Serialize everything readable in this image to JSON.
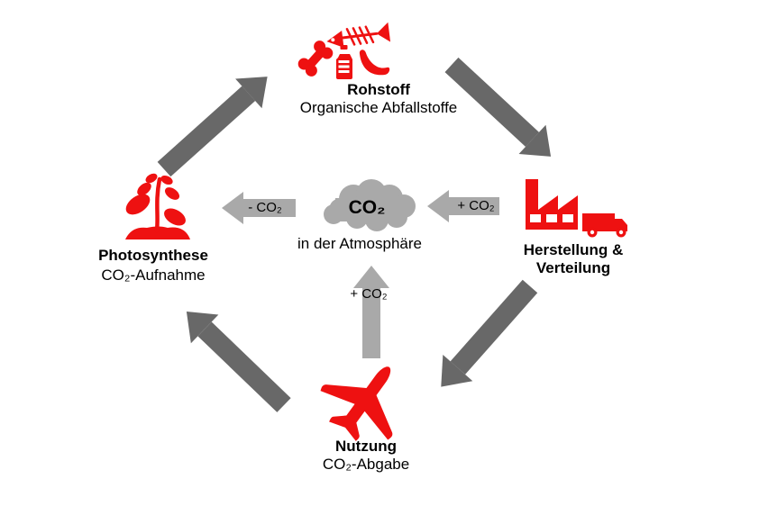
{
  "diagram": {
    "background": "#ffffff",
    "colors": {
      "icon_red": "#ee1111",
      "arrow_dark": "#686868",
      "arrow_light": "#a9a9a9",
      "cloud_gray": "#a9a9a9",
      "text_black": "#000000"
    },
    "center": {
      "co2": "CO₂",
      "caption": "in der Atmosphäre"
    },
    "nodes": {
      "rohstoff": {
        "title": "Rohstoff",
        "subtitle": "Organische Abfallstoffe",
        "icons": [
          "bone-icon",
          "fish-skeleton-icon",
          "bottle-icon",
          "banana-peel-icon"
        ]
      },
      "herstellung": {
        "title_line1": "Herstellung &",
        "title_line2": "Verteilung",
        "icons": [
          "factory-icon",
          "truck-icon"
        ]
      },
      "nutzung": {
        "title": "Nutzung",
        "subtitle": "CO₂-Abgabe",
        "icons": [
          "airplane-icon"
        ]
      },
      "photosynthese": {
        "title": "Photosynthese",
        "subtitle": "CO₂-Aufnahme",
        "icons": [
          "plant-icon"
        ]
      }
    },
    "flow_labels": {
      "minus_co2": "- CO₂",
      "plus_co2_from_production": "+ CO₂",
      "plus_co2_from_use": "+ CO₂"
    }
  }
}
